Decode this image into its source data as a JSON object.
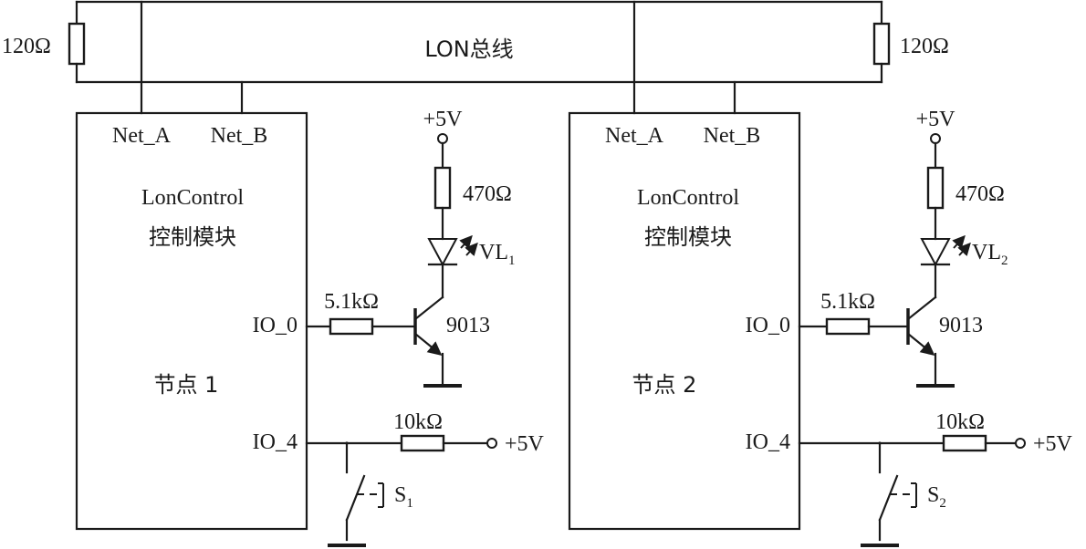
{
  "bus": {
    "label": "LON总线",
    "terminator_left": "120Ω",
    "terminator_right": "120Ω"
  },
  "nodes": [
    {
      "pin_a": "Net_A",
      "pin_b": "Net_B",
      "module_line1": "LonControl",
      "module_line2": "控制模块",
      "node_label": "节点 1",
      "io0": "IO_0",
      "io4": "IO_4",
      "led_supply": "+5V",
      "led_resistor": "470Ω",
      "led_name": "VL",
      "led_sub": "1",
      "base_resistor": "5.1kΩ",
      "transistor": "9013",
      "pullup_resistor": "10kΩ",
      "pullup_supply": "+5V",
      "switch_name": "S",
      "switch_sub": "1"
    },
    {
      "pin_a": "Net_A",
      "pin_b": "Net_B",
      "module_line1": "LonControl",
      "module_line2": "控制模块",
      "node_label": "节点 2",
      "io0": "IO_0",
      "io4": "IO_4",
      "led_supply": "+5V",
      "led_resistor": "470Ω",
      "led_name": "VL",
      "led_sub": "2",
      "base_resistor": "5.1kΩ",
      "transistor": "9013",
      "pullup_resistor": "10kΩ",
      "pullup_supply": "+5V",
      "switch_name": "S",
      "switch_sub": "2"
    }
  ]
}
